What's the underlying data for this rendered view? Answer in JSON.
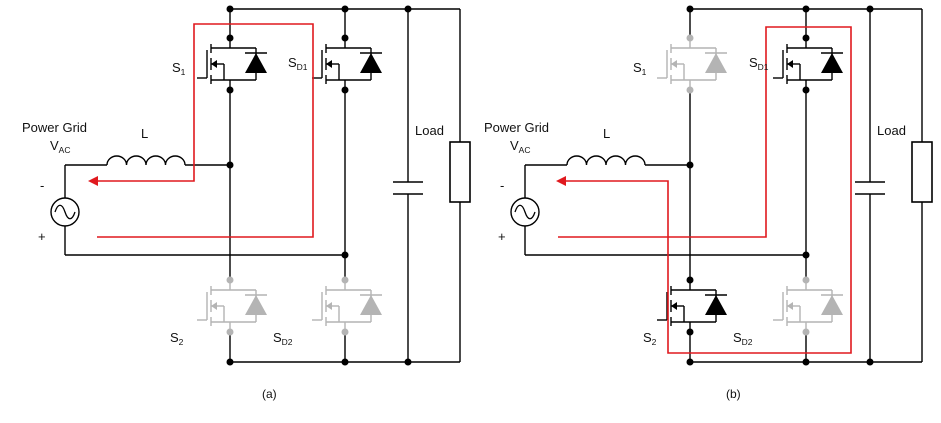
{
  "colors": {
    "wire": "#000000",
    "inactive": "#b4b4b4",
    "current_path": "#e0191e"
  },
  "panels": [
    {
      "caption": "(a)",
      "source": {
        "name": "Power Grid",
        "v_main": "V",
        "v_sub": "AC",
        "minus": "-",
        "plus": "+"
      },
      "inductor": "L",
      "capacitor": "",
      "load": "Load",
      "switches": {
        "s1": {
          "main": "S",
          "sub": "1",
          "state": "on"
        },
        "sd1": {
          "main": "S",
          "sub": "D1",
          "state": "on"
        },
        "s2": {
          "main": "S",
          "sub": "2",
          "state": "off"
        },
        "sd2": {
          "main": "S",
          "sub": "D2",
          "state": "off"
        }
      }
    },
    {
      "caption": "(b)",
      "source": {
        "name": "Power Grid",
        "v_main": "V",
        "v_sub": "AC",
        "minus": "-",
        "plus": "+"
      },
      "inductor": "L",
      "capacitor": "",
      "load": "Load",
      "switches": {
        "s1": {
          "main": "S",
          "sub": "1",
          "state": "off"
        },
        "sd1": {
          "main": "S",
          "sub": "D1",
          "state": "on"
        },
        "s2": {
          "main": "S",
          "sub": "2",
          "state": "on"
        },
        "sd2": {
          "main": "S",
          "sub": "D2",
          "state": "off"
        }
      }
    }
  ]
}
